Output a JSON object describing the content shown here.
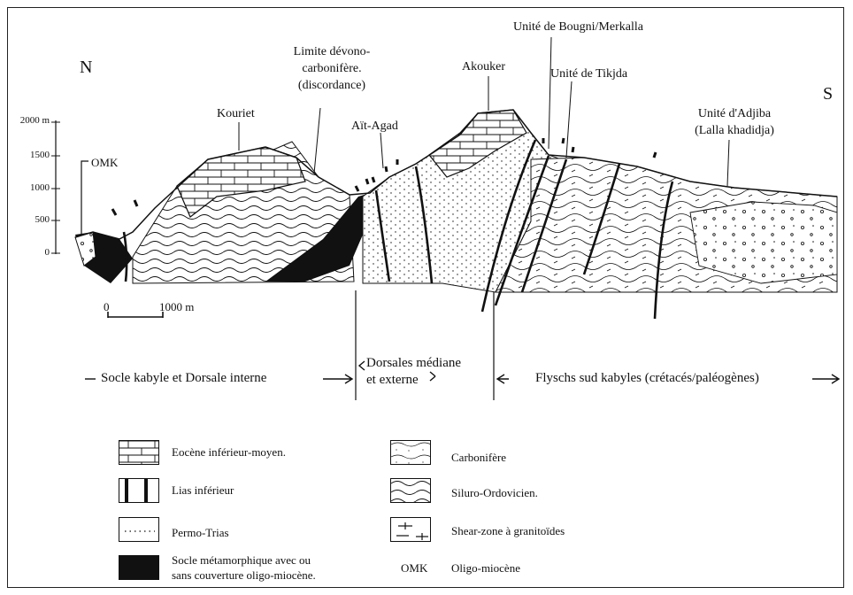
{
  "orientation": {
    "north": "N",
    "south": "S"
  },
  "elevation_axis": {
    "unit_label": "2000 m",
    "ticks": [
      "1500",
      "1000",
      "500",
      "0"
    ]
  },
  "scale_bar": {
    "start": "0",
    "end": "1000 m"
  },
  "place_labels": {
    "omk": "OMK",
    "kouriet": "Kouriet",
    "limite_line1": "Limite dévono-",
    "limite_line2": "carbonifère.",
    "limite_line3": "(discordance)",
    "ait_agad": "Aït-Agad",
    "akouker": "Akouker",
    "bougni": "Unité de Bougni/Merkalla",
    "tikjda": "Unité de Tikjda",
    "adjiba_line1": "Unité d'Adjiba",
    "adjiba_line2": "(Lalla khadidja)"
  },
  "domains": {
    "socle": "Socle kabyle et Dorsale interne",
    "dorsales_line1": "Dorsales médiane",
    "dorsales_line2": "et externe",
    "flyschs": "Flyschs sud kabyles (crétacés/paléogènes)"
  },
  "legend": {
    "eocene": "Eocène inférieur-moyen.",
    "lias": "Lias inférieur",
    "permo": "Permo-Trias",
    "socle_line1": "Socle métamorphique avec ou",
    "socle_line2": "sans couverture oligo-miocène.",
    "carbonifere": "Carbonifère",
    "siluro": "Siluro-Ordovicien.",
    "shear": "Shear-zone à granitoïdes",
    "omk_code": "OMK",
    "omk_desc": "Oligo-miocène"
  }
}
